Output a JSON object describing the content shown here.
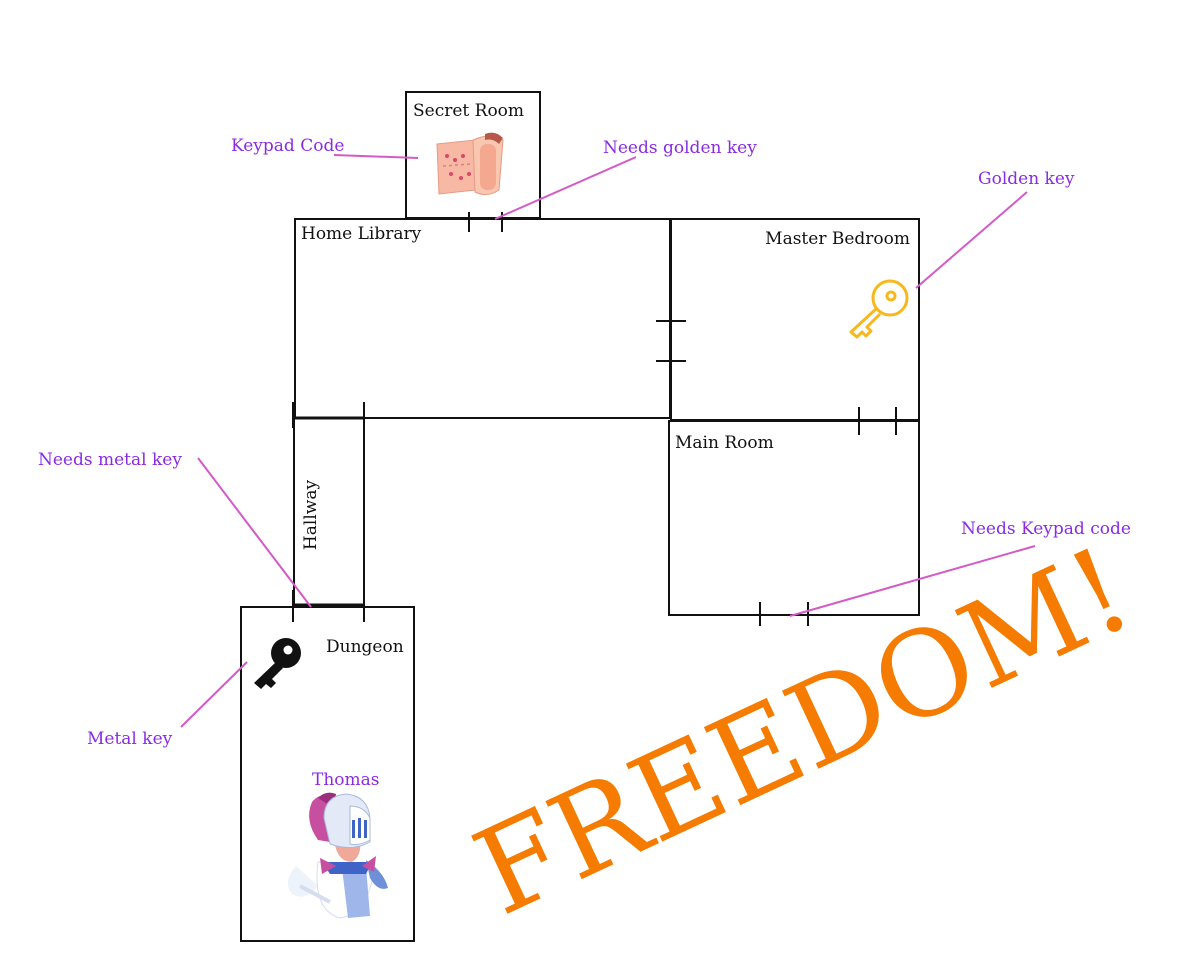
{
  "rooms": {
    "secret_room": "Secret Room",
    "home_library": "Home Library",
    "master_bedroom": "Master Bedroom",
    "main_room": "Main Room",
    "hallway": "Hallway",
    "dungeon": "Dungeon"
  },
  "annotations": {
    "keypad_code": "Keypad Code",
    "needs_golden_key": "Needs golden key",
    "golden_key": "Golden key",
    "needs_metal_key": "Needs metal key",
    "needs_keypad_code": "Needs Keypad code",
    "metal_key": "Metal key",
    "character_name": "Thomas"
  },
  "banner": "FREEDOM!",
  "icons": {
    "scroll": "scroll-map-icon",
    "golden_key": "golden-key-icon",
    "metal_key": "metal-key-icon",
    "knight": "knight-character-icon"
  },
  "colors": {
    "annotation_text": "#8a2be2",
    "leader_line": "#d45ac8",
    "banner": "#f57c00",
    "golden_key": "#f6b81c",
    "wall": "#111111"
  }
}
